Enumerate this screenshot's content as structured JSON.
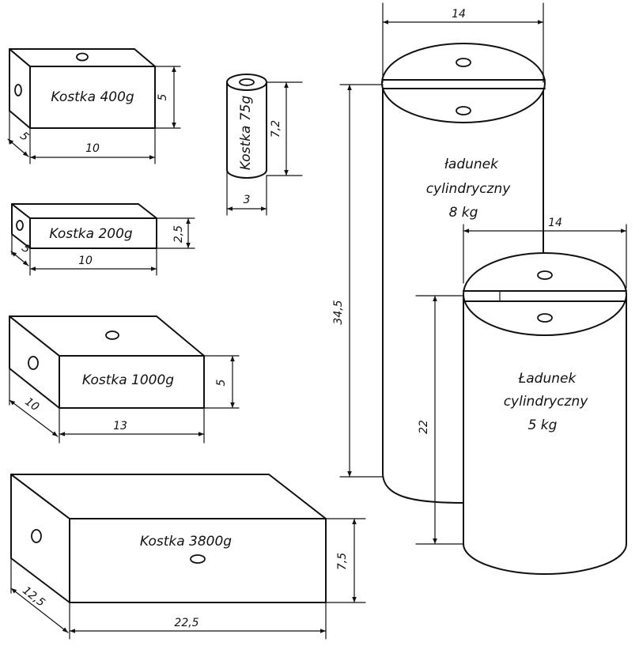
{
  "weights": {
    "k400": {
      "label": "Kostka 400g",
      "height": "5",
      "length": "10",
      "depth": "5"
    },
    "k75": {
      "label": "Kostka 75g",
      "height": "7,2",
      "diameter": "3"
    },
    "k200": {
      "label": "Kostka 200g",
      "height": "2,5",
      "length": "10",
      "depth": "5"
    },
    "k1000": {
      "label": "Kostka 1000g",
      "height": "5",
      "length": "13",
      "depth": "10"
    },
    "k3800": {
      "label": "Kostka 3800g",
      "height": "7,5",
      "length": "22,5",
      "depth": "12,5"
    },
    "cyl8": {
      "line1": "ładunek",
      "line2": "cylindryczny",
      "line3": "8 kg",
      "diameter": "14",
      "height": "34,5"
    },
    "cyl5": {
      "line1": "Ładunek",
      "line2": "cylindryczny",
      "line3": "5 kg",
      "diameter": "14",
      "height": "22"
    }
  }
}
